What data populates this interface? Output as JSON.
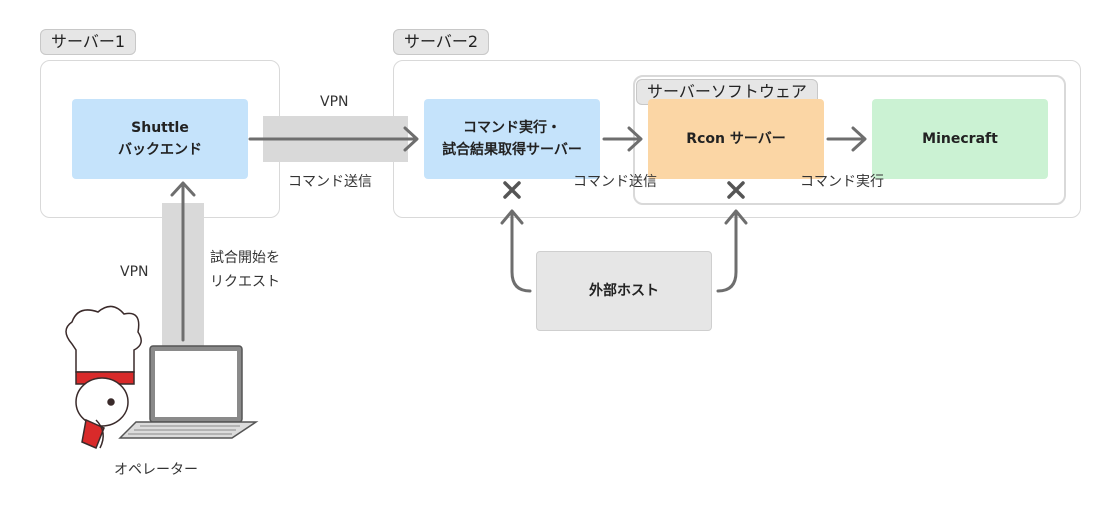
{
  "server1": {
    "label": "サーバー1",
    "backend_line1": "Shuttle",
    "backend_line2": "バックエンド"
  },
  "server2": {
    "label": "サーバー2",
    "command_line1": "コマンド実行・",
    "command_line2": "試合結果取得サーバー",
    "software_label": "サーバーソフトウェア",
    "rcon": "Rcon サーバー",
    "minecraft": "Minecraft"
  },
  "external_host": "外部ホスト",
  "operator": "オペレーター",
  "links": {
    "vpn_top": "VPN",
    "vpn_left": "VPN",
    "cmd_send_1": "コマンド送信",
    "cmd_send_2": "コマンド送信",
    "cmd_exec": "コマンド実行",
    "request_line1": "試合開始を",
    "request_line2": "リクエスト"
  },
  "colors": {
    "blue_box": "#c5e3fb",
    "orange_box": "#fbd6a5",
    "green_box": "#cbf2d3",
    "gray_box": "#e6e6e6",
    "vpn_band": "#d9d9d9",
    "arrow": "#6e6e6e"
  }
}
